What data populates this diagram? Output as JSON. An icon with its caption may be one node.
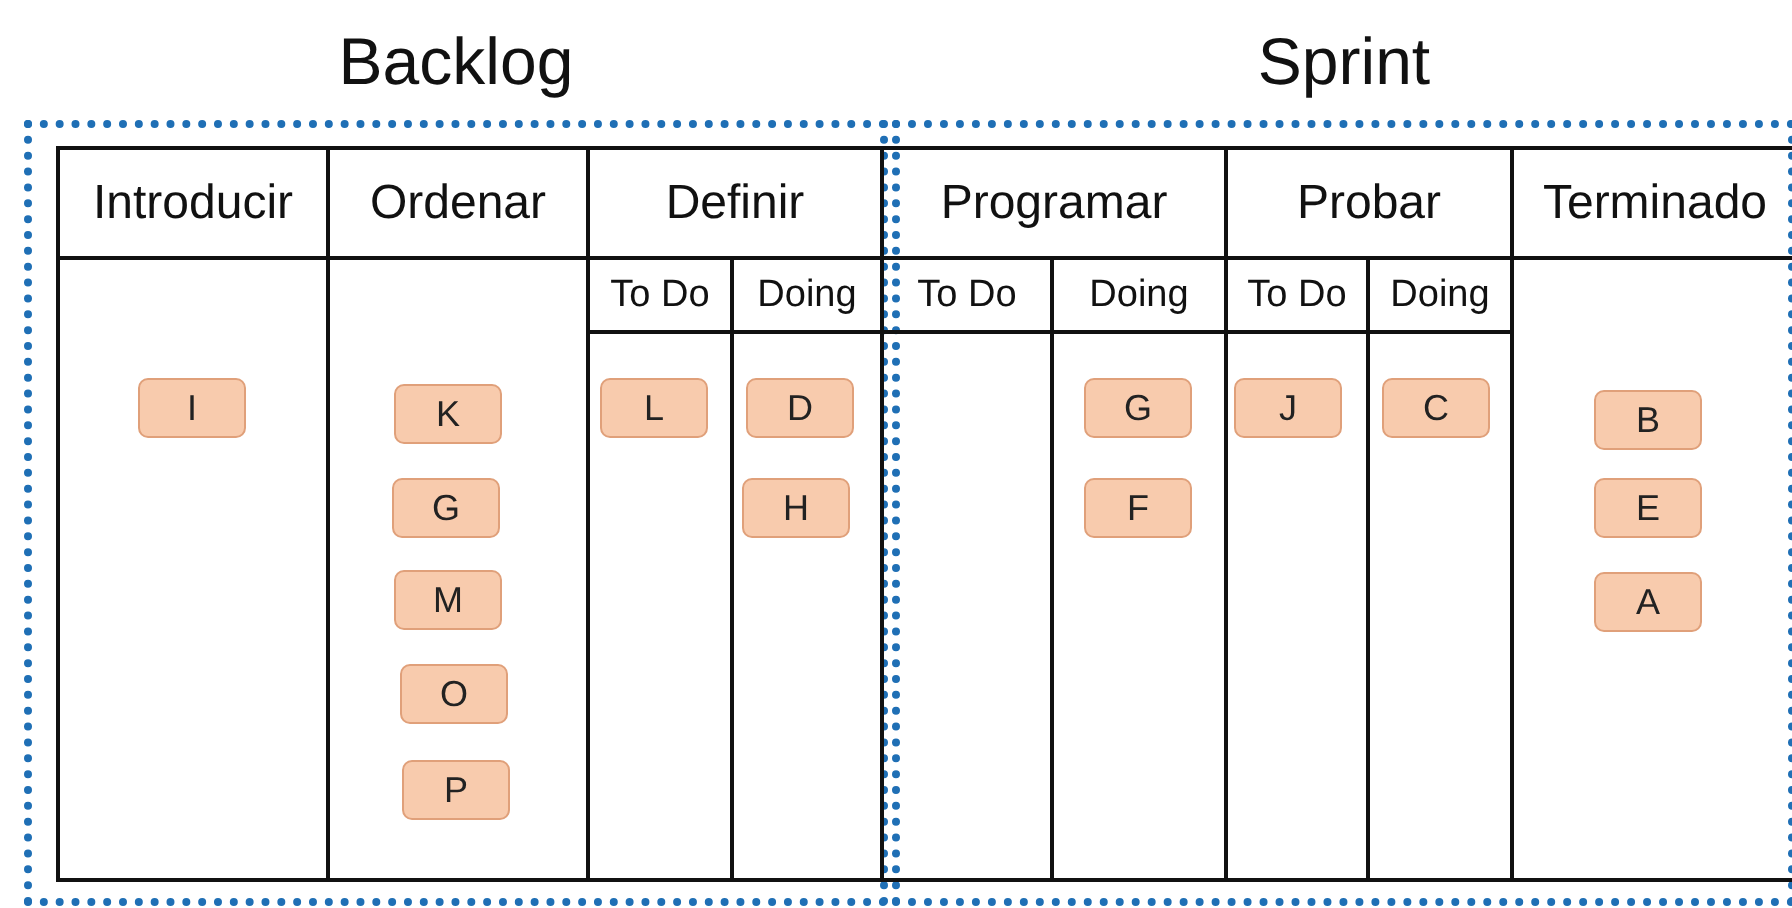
{
  "diagram": {
    "nodes": [
      {
        "text": [
          "Backlog"
        ]
      },
      {
        "text": [
          "Introducir"
        ],
        "in": 0
      },
      {
        "text": [
          "Ordenar"
        ],
        "in": 0
      },
      {
        "text": [
          "Definir"
        ],
        "in": 0
      },
      {
        "text": [
          "To Do"
        ],
        "in": 3
      },
      {
        "text": [
          "Doing"
        ],
        "in": 3
      },
      {
        "text": [
          "Sprint"
        ]
      },
      {
        "text": [
          "Programar"
        ],
        "in": 6
      },
      {
        "text": [
          "To Do"
        ],
        "in": 7
      },
      {
        "text": [
          "Doing"
        ],
        "in": 7
      },
      {
        "text": [
          "Probar"
        ],
        "in": 6
      },
      {
        "text": [
          "To Do"
        ],
        "in": 10
      },
      {
        "text": [
          "Doing"
        ],
        "in": 10
      },
      {
        "text": [
          "Terminado"
        ],
        "in": 6
      },
      {
        "text": [
          "I"
        ],
        "in": 1
      },
      {
        "text": [
          "K"
        ],
        "in": 2
      },
      {
        "text": [
          "G"
        ],
        "in": 2
      },
      {
        "text": [
          "M"
        ],
        "in": 2
      },
      {
        "text": [
          "O"
        ],
        "in": 2
      },
      {
        "text": [
          "P"
        ],
        "in": 2
      },
      {
        "text": [
          "L"
        ],
        "in": 4
      },
      {
        "text": [
          "D"
        ],
        "in": 5
      },
      {
        "text": [
          "H"
        ],
        "in": 5
      },
      {
        "text": [
          "G"
        ],
        "in": 9
      },
      {
        "text": [
          "F"
        ],
        "in": 9
      },
      {
        "text": [
          "J"
        ],
        "in": 11
      },
      {
        "text": [
          "C"
        ],
        "in": 12
      },
      {
        "text": [
          "B"
        ],
        "in": 13
      },
      {
        "text": [
          "E"
        ],
        "in": 13
      },
      {
        "text": [
          "A"
        ],
        "in": 13
      }
    ],
    "edges": []
  }
}
